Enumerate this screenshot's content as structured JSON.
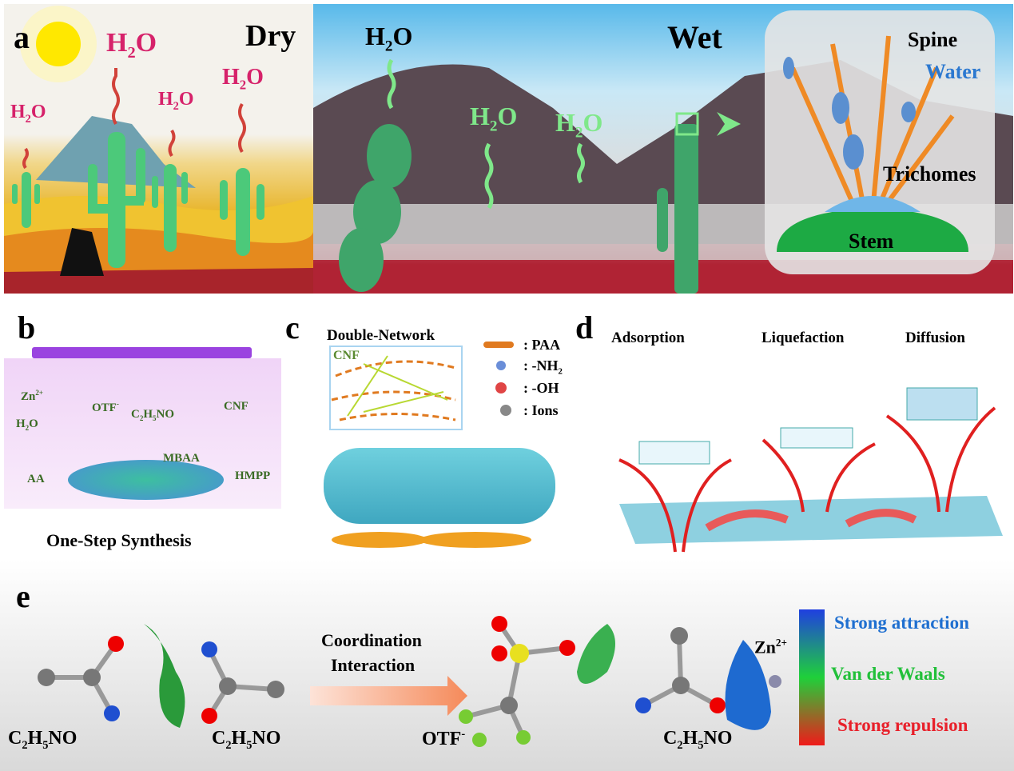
{
  "panel_a": {
    "label": "a",
    "dry_title": "Dry",
    "wet_title": "Wet",
    "h2o": "H",
    "h2o_sub": "2",
    "h2o_o": "O",
    "inset": {
      "spine": "Spine",
      "water": "Water",
      "trichomes": "Trichomes",
      "stem": "Stem"
    }
  },
  "panel_b": {
    "label": "b",
    "zn": "Zn",
    "zn_sup": "2+",
    "otf": "OTF",
    "otf_sup": "-",
    "c2h5no": [
      "C",
      "2",
      "H",
      "5",
      "NO"
    ],
    "cnf": "CNF",
    "h2o": [
      "H",
      "2",
      "O"
    ],
    "aa": "AA",
    "mbaa": "MBAA",
    "hmpp": "HMPP",
    "caption": "One-Step Synthesis"
  },
  "panel_c": {
    "label": "c",
    "title": "Double-Network",
    "cnf": "CNF",
    "legend": [
      ": PAA",
      ": -NH",
      ": -OH",
      ": Ions"
    ],
    "nh_sub": "2"
  },
  "panel_d": {
    "label": "d",
    "stages": [
      "Adsorption",
      "Liquefaction",
      "Diffusion"
    ]
  },
  "panel_e": {
    "label": "e",
    "arrow_text": [
      "Coordination",
      "Interaction"
    ],
    "molecules": {
      "c2h5no": [
        "C",
        "2",
        "H",
        "5",
        "NO"
      ],
      "otf": "OTF",
      "otf_sup": "-",
      "zn": "Zn",
      "zn_sup": "2+"
    },
    "scale": {
      "top": "Strong attraction",
      "mid": "Van der Waals",
      "bottom": "Strong repulsion",
      "colors": {
        "top": "#1f6fd0",
        "mid": "#22c03a",
        "bottom": "#e8202a"
      }
    }
  }
}
